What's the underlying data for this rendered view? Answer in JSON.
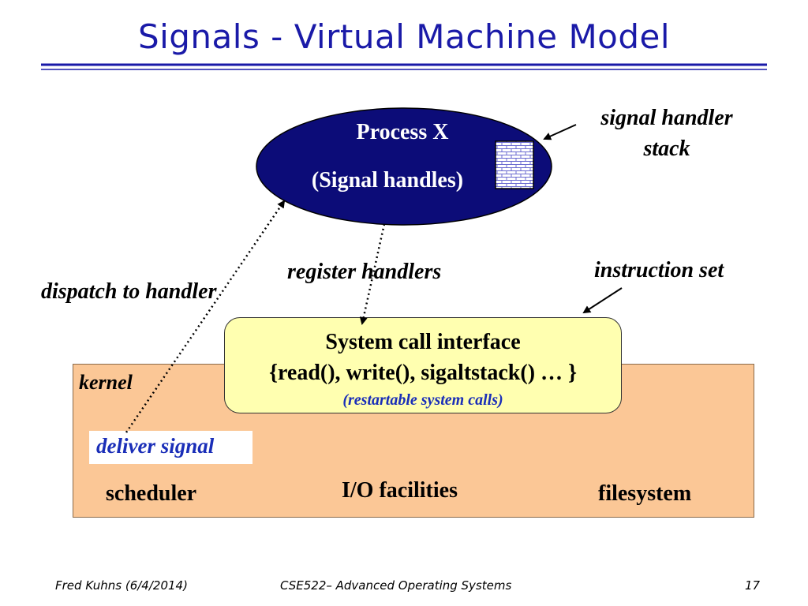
{
  "title": "Signals - Virtual Machine Model",
  "colors": {
    "title": "#1a1aa8",
    "process_fill": "#0c0c78",
    "kernel_fill": "#fbc796",
    "syscall_fill": "#ffffb0",
    "accent_text": "#1a2eb8"
  },
  "process": {
    "name": "Process X",
    "subtitle": "(Signal handles)",
    "stack_icon": "brick-stack-icon"
  },
  "annotations": {
    "signal_handler_stack_line1": "signal handler",
    "signal_handler_stack_line2": "stack",
    "register_handlers": "register handlers",
    "instruction_set": "instruction set",
    "dispatch_to_handler": "dispatch to handler"
  },
  "syscall": {
    "title": "System call interface",
    "functions": "{read(), write(), sigaltstack() … }",
    "note": "(restartable system calls)"
  },
  "kernel": {
    "label": "kernel",
    "deliver_signal": "deliver signal",
    "components": [
      "scheduler",
      "I/O facilities",
      "filesystem"
    ]
  },
  "footer": {
    "author": "Fred Kuhns (6/4/2014)",
    "course": "CSE522– Advanced Operating Systems",
    "page": "17"
  }
}
